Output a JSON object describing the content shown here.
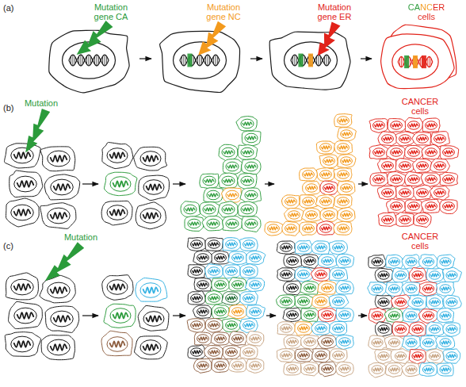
{
  "diagram": {
    "labels": [
      "(a)",
      "Mutation gene CA",
      "Mutation gene NC",
      "Mutation gene ER",
      "CANCER cells",
      "(b)",
      "Mutation",
      "CANCER cells",
      "(c)",
      "Mutation",
      "CANCER cells"
    ]
  }
}
